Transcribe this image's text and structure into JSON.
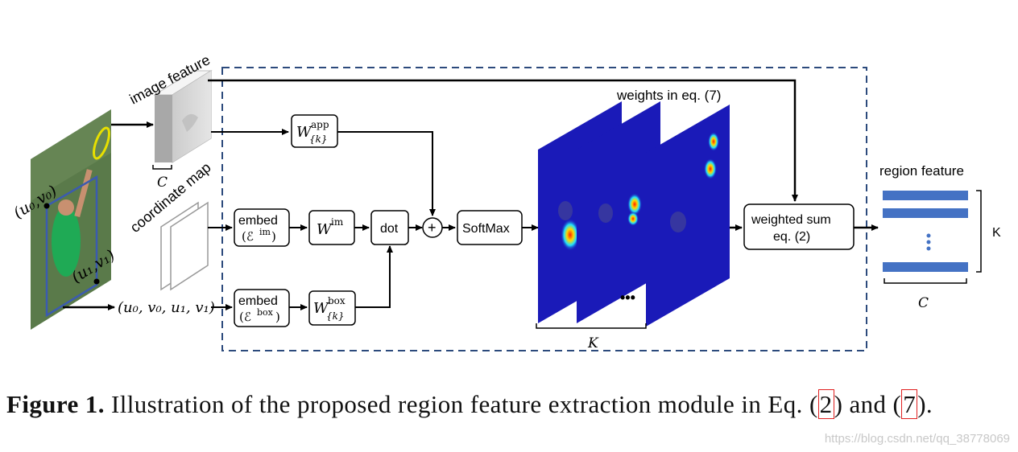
{
  "diagram": {
    "labels": {
      "image_feature": "image feature",
      "coordinate_map": "coordinate map",
      "weights": "weights in eq. (7)",
      "region_feature": "region feature",
      "C_image": "C",
      "C_region": "C",
      "K_maps": "K",
      "K_region": "K",
      "u0v0": "(u₀,v₀)",
      "u1v1": "(u₁,v₁)",
      "box_coords": "(u₀, v₀, u₁, v₁)",
      "dots": "•••"
    },
    "nodes": {
      "w_app": {
        "base": "W",
        "sup": "app",
        "sub": "{k}"
      },
      "embed_im": {
        "line1": "embed",
        "line2": "(ℰ",
        "sup": "im",
        "close": ")"
      },
      "w_im": {
        "base": "W",
        "sup": "im"
      },
      "dot": "dot",
      "plus": "+",
      "softmax": "SoftMax",
      "embed_box": {
        "line1": "embed",
        "line2": "(ℰ",
        "sup": "box",
        "close": ")"
      },
      "w_box": {
        "base": "W",
        "sup": "box",
        "sub": "{k}"
      },
      "weighted_sum": {
        "line1": "weighted sum",
        "line2": "eq. (2)"
      }
    },
    "colors": {
      "dashed_border": "#2c4a7c",
      "heatmap": "#1a1ab8",
      "region_bar": "#4472c4",
      "photo_bg": "#5a7a4a"
    }
  },
  "caption": {
    "label": "Figure 1.",
    "text": " Illustration of the proposed region feature extraction module in Eq. (",
    "ref1": "2",
    "mid": ") and (",
    "ref2": "7",
    "end": ")."
  },
  "watermark": "https://blog.csdn.net/qq_38778069"
}
